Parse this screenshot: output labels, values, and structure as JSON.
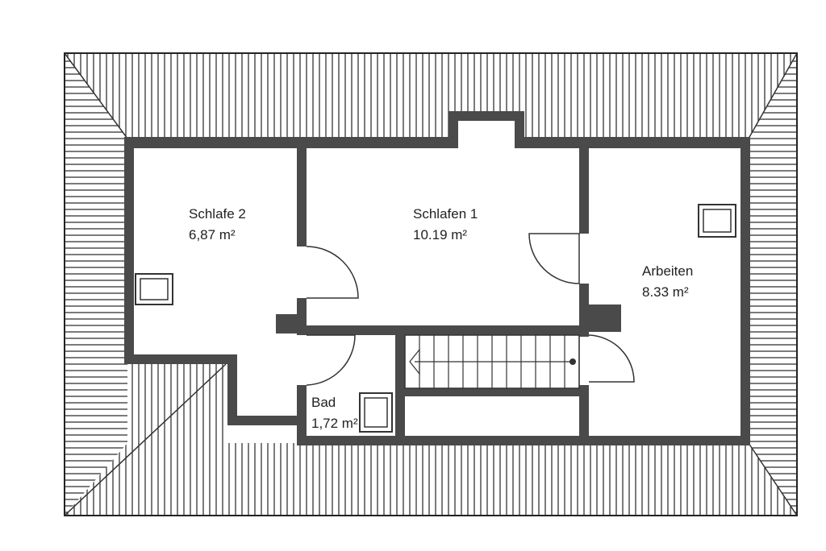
{
  "rooms": {
    "schlafe2": {
      "name": "Schlafe 2",
      "area": "6,87 m²"
    },
    "schlafen1": {
      "name": "Schlafen 1",
      "area": "10.19 m²"
    },
    "arbeiten": {
      "name": "Arbeiten",
      "area": "8.33 m²"
    },
    "bad": {
      "name": "Bad",
      "area": "1,72 m²"
    }
  },
  "colors": {
    "wall": "#4a4a4a",
    "hatch": "#333333",
    "background": "#ffffff"
  }
}
